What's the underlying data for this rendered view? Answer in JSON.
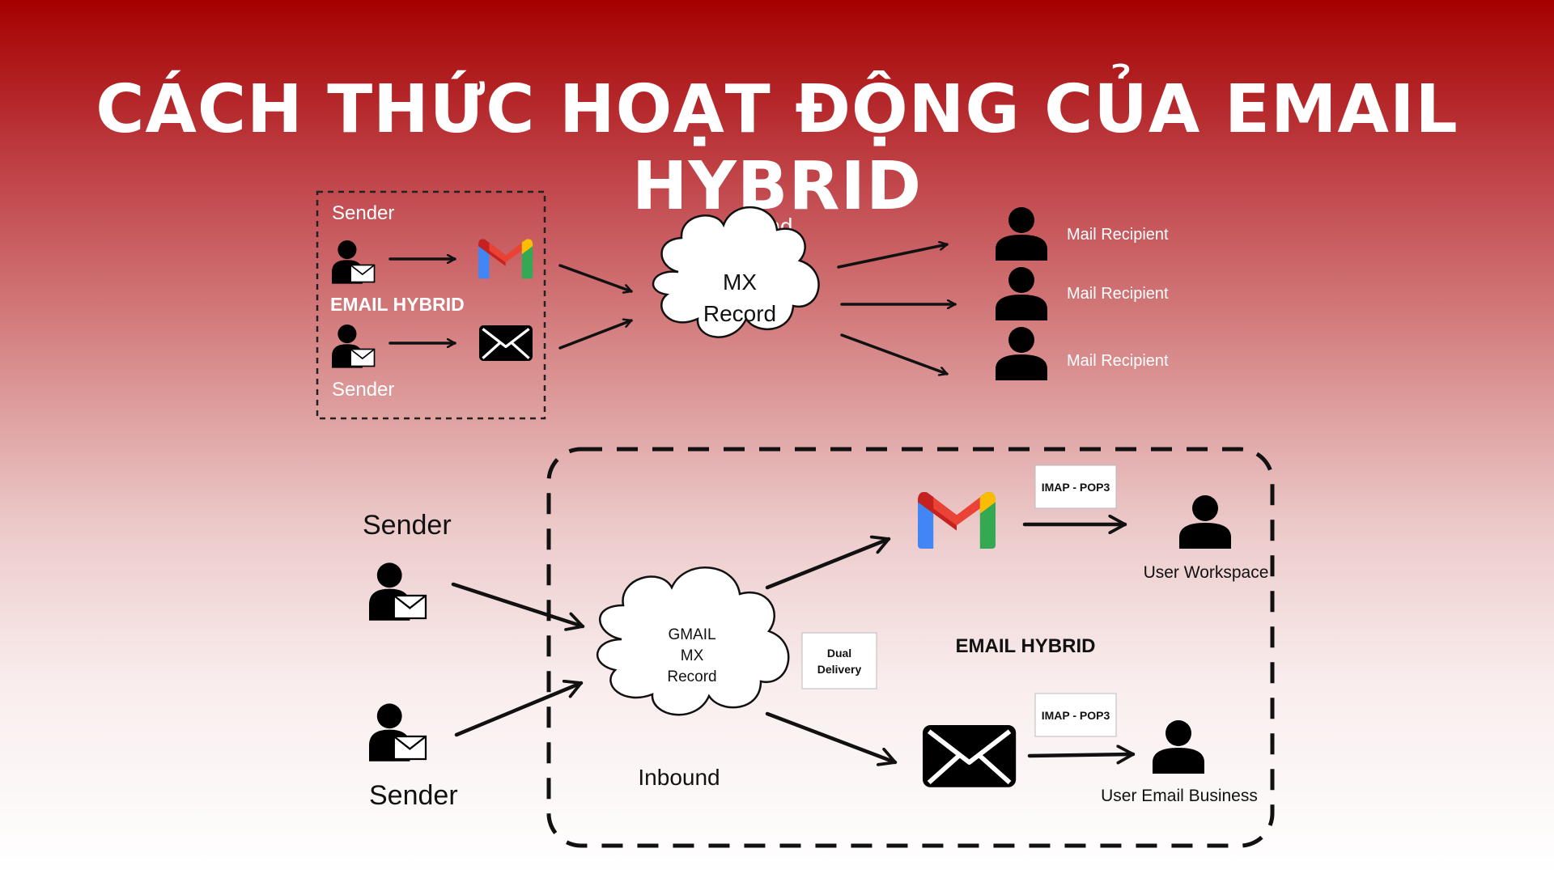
{
  "title": "CÁCH THỨC HOẠT ĐỘNG CỦA EMAIL HYBRID",
  "outbound": {
    "sender_top": "Sender",
    "sender_bottom": "Sender",
    "hybrid_label": "EMAIL HYBRID",
    "section_label": "Outbound",
    "cloud_line1": "MX",
    "cloud_line2": "Record",
    "recipients": [
      "Mail Recipient",
      "Mail Recipient",
      "Mail Recipient"
    ]
  },
  "inbound": {
    "sender_top": "Sender",
    "sender_bottom": "Sender",
    "cloud_line1": "GMAIL",
    "cloud_line2": "MX",
    "cloud_line3": "Record",
    "dual_line1": "Dual",
    "dual_line2": "Delivery",
    "hybrid_label": "EMAIL HYBRID",
    "protocol_top": "IMAP - POP3",
    "protocol_bottom": "IMAP - POP3",
    "user_top": "User Workspace",
    "user_bottom": "User Email Business",
    "section_label": "Inbound"
  },
  "icons": {
    "sender": "person-with-envelope-icon",
    "recipient": "person-icon",
    "gmail": "gmail-icon",
    "mail": "envelope-icon"
  },
  "colors": {
    "gmail_red": "#ea4335",
    "gmail_blue": "#4285f4",
    "gmail_green": "#34a853",
    "gmail_yellow": "#fbbc04"
  }
}
